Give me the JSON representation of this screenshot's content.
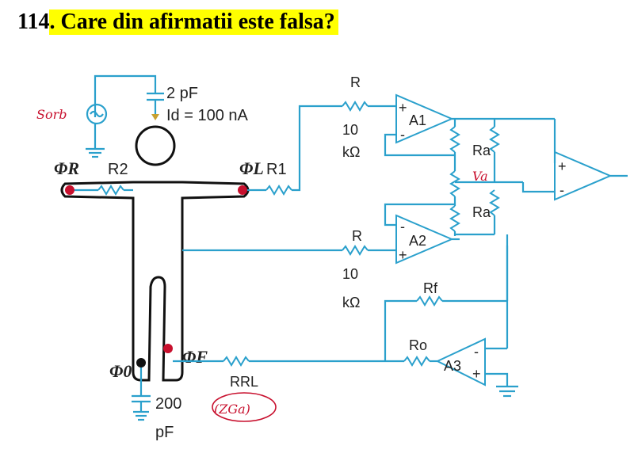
{
  "question": {
    "number": "114",
    "text": ". Care din afirmatii este falsa?"
  },
  "labels": {
    "cap_top_value": "2 pF",
    "id_value": "Id = 100 nA",
    "source_handwritten": "Sorb",
    "phi_r": "ΦR",
    "r2": "R2",
    "phi_l": "ΦL",
    "r1": "R1",
    "r_top": "R",
    "r_top_value_num": "10",
    "r_top_value_unit": "kΩ",
    "a1": "A1",
    "ra_top": "Ra",
    "ra_bottom": "Ra",
    "ra_hand": "Va",
    "r_mid": "R",
    "a2": "A2",
    "r_mid_value_num": "10",
    "r_mid_value_unit": "kΩ",
    "rf": "Rf",
    "ro": "Ro",
    "a3": "A3",
    "phi_f": "ΦF",
    "phi_0": "Φ0",
    "rrl": "RRL",
    "rrl_hand": "(ZGa)",
    "cap_bottom_value": "200",
    "cap_bottom_unit": "pF",
    "plus": "+",
    "minus": "-"
  },
  "colors": {
    "wire": "#2aa0cc",
    "body_outline": "#111111",
    "electrode_red": "#c8102e",
    "highlight": "#ffff00"
  }
}
